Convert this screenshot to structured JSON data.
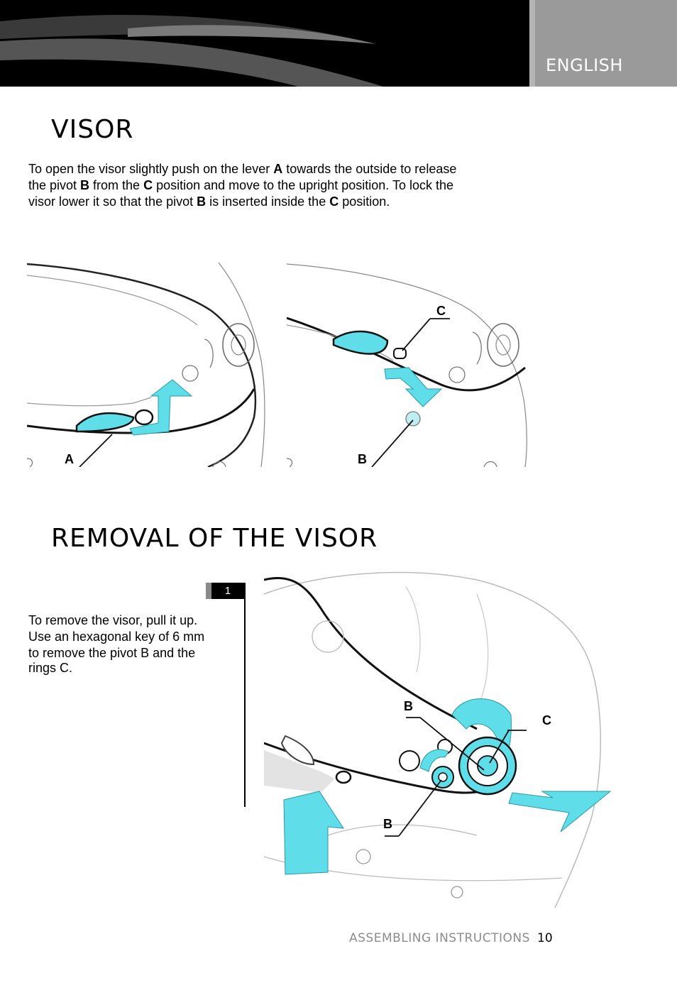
{
  "header": {
    "language": "ENGLISH"
  },
  "visor": {
    "title": "VISOR",
    "lines": [
      [
        "To open the visor slightly push on the lever ",
        "A",
        " towards the outside to release"
      ],
      [
        "the pivot ",
        "B",
        " from the ",
        "C",
        " position and move to the upright position. To lock the"
      ],
      [
        "visor lower it so that the pivot ",
        "B",
        " is inserted inside the ",
        "C",
        " position."
      ]
    ],
    "figure1": {
      "callouts": [
        "A"
      ]
    },
    "figure2": {
      "callouts": [
        "C",
        "B"
      ]
    }
  },
  "removal": {
    "title": "REMOVAL OF THE VISOR",
    "step_number": "1",
    "lines": [
      "To remove the visor, pull it up.",
      "Use an hexagonal key of 6 mm",
      "to remove the pivot B and the",
      "rings C."
    ],
    "figure3": {
      "callouts": [
        "B",
        "C",
        "B"
      ]
    }
  },
  "footer": {
    "section": "ASSEMBLING INSTRUCTIONS",
    "page": "10"
  },
  "colors": {
    "accent": "#5fdde8",
    "header_bg": "#000000",
    "header_tab": "#9a9a9a"
  }
}
